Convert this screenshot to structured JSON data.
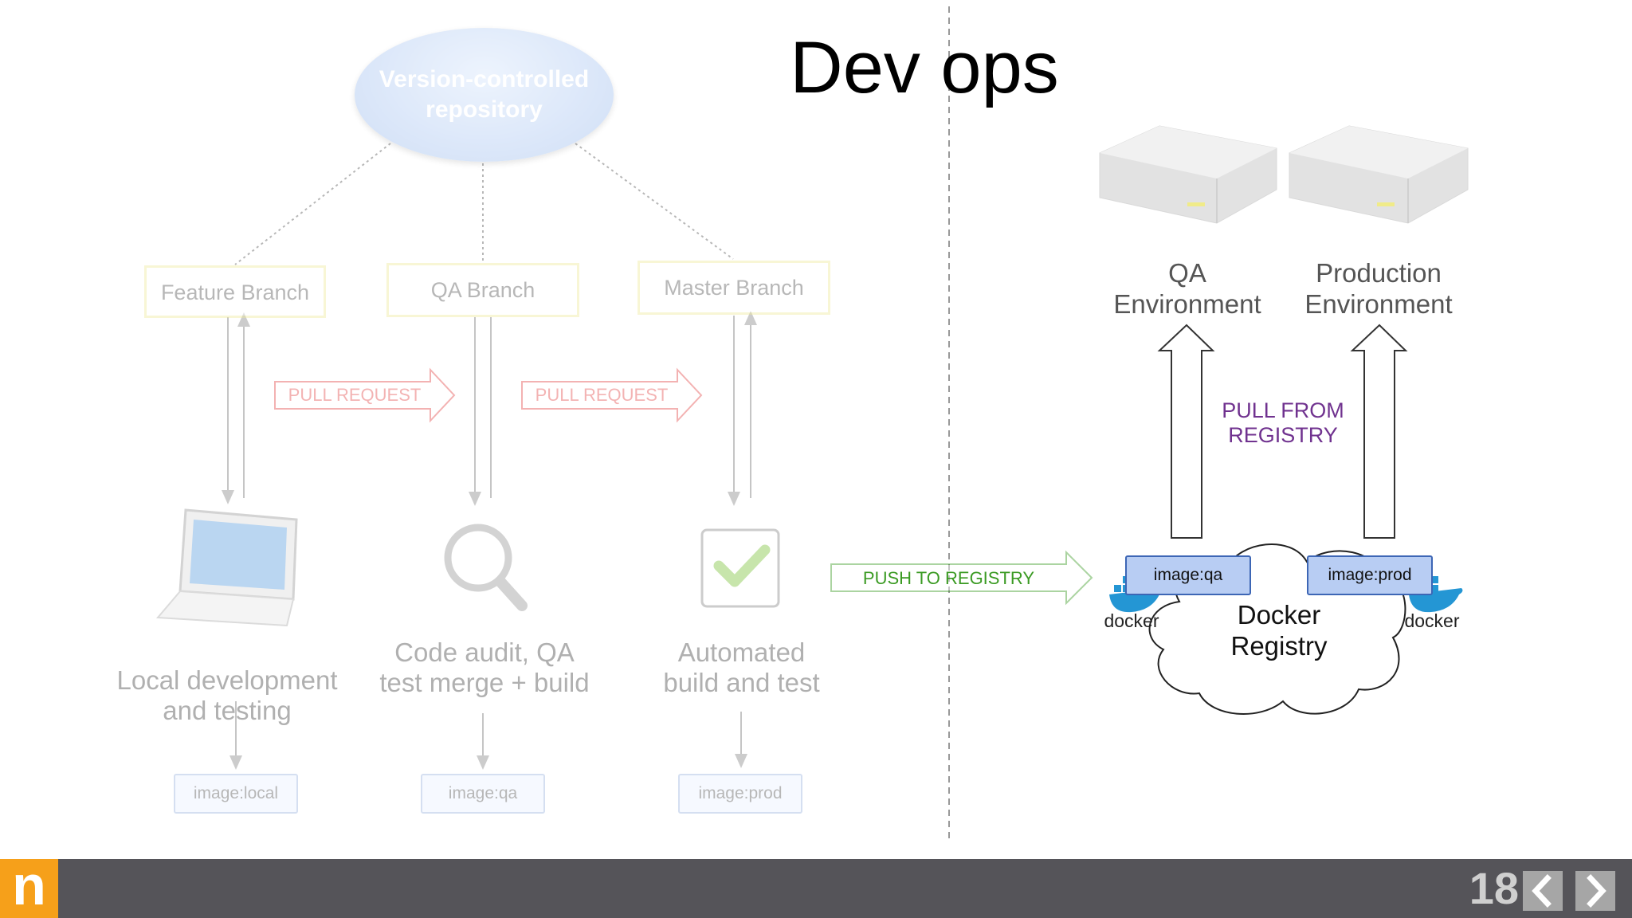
{
  "slide": {
    "title": "Dev ops",
    "page_number": "18"
  },
  "repository": {
    "label": "Version-controlled repository"
  },
  "branches": [
    {
      "label": "Feature Branch"
    },
    {
      "label": "QA Branch"
    },
    {
      "label": "Master Branch"
    }
  ],
  "arrows": {
    "pull_request_1": "PULL REQUEST",
    "pull_request_2": "PULL REQUEST",
    "push_to_registry": "PUSH TO REGISTRY",
    "pull_from_registry": "PULL FROM REGISTRY"
  },
  "steps": [
    {
      "label": "Local development and testing",
      "icon": "laptop-icon",
      "image": "image:local"
    },
    {
      "label": "Code audit, QA test merge + build",
      "icon": "magnifier-icon",
      "image": "image:qa"
    },
    {
      "label": "Automated build and test",
      "icon": "checkmark-icon",
      "image": "image:prod"
    }
  ],
  "environments": [
    {
      "label": "QA Environment",
      "icon": "server-icon"
    },
    {
      "label": "Production Environment",
      "icon": "server-icon"
    }
  ],
  "registry": {
    "label": "Docker Registry",
    "image_qa": "image:qa",
    "image_prod": "image:prod",
    "docker_word_left": "docker",
    "docker_word_right": "docker"
  },
  "footer": {
    "logo_letter": "n",
    "prev_icon": "chevron-left-icon",
    "next_icon": "chevron-right-icon"
  },
  "colors": {
    "pull_request": "#e34a4a",
    "push": "#3a9a22",
    "pull_from_registry": "#70328f",
    "footer_bg": "#555459",
    "logo_bg": "#f6a01a"
  }
}
